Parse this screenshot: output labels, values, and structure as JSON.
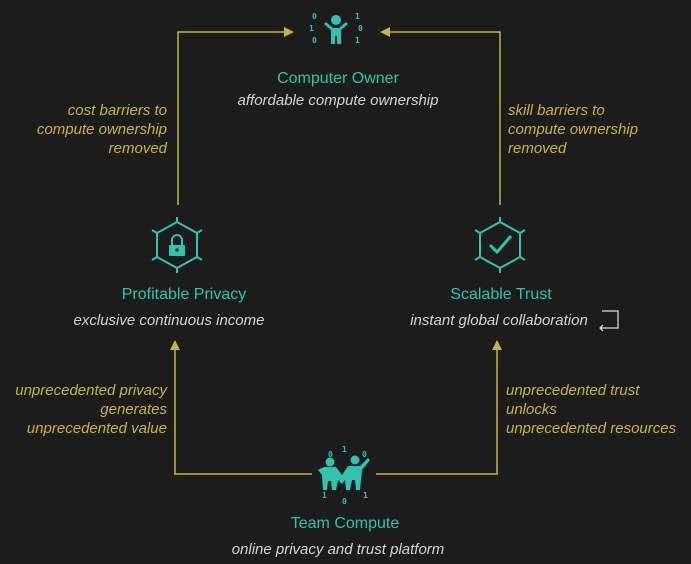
{
  "colors": {
    "background": "#1c1c1c",
    "node_accent": "#2ec4b0",
    "edge_color": "#c8b43c",
    "subtitle_color": "#d4d4d4"
  },
  "nodes": {
    "computer_owner": {
      "title": "Computer Owner",
      "subtitle": "affordable compute ownership",
      "icon": "person-binary-icon"
    },
    "profitable_privacy": {
      "title": "Profitable Privacy",
      "subtitle": "exclusive continuous income",
      "icon": "hexagon-lock-icon"
    },
    "scalable_trust": {
      "title": "Scalable Trust",
      "subtitle": "instant global collaboration",
      "icon": "hexagon-check-icon"
    },
    "team_compute": {
      "title": "Team Compute",
      "subtitle": "online privacy and trust platform",
      "icon": "team-binary-icon"
    }
  },
  "edges": {
    "top_left": [
      "cost barriers to",
      "compute ownership",
      "removed"
    ],
    "top_right": [
      "skill barriers to",
      "compute ownership",
      "removed"
    ],
    "bottom_left": [
      "unprecedented privacy",
      "generates",
      "unprecedented value"
    ],
    "bottom_right": [
      "unprecedented trust",
      "unlocks",
      "unprecedented resources"
    ]
  },
  "binary_digits": {
    "owner_left": [
      "0",
      "1",
      "0"
    ],
    "owner_right": [
      "1",
      "0",
      "1"
    ],
    "team_top": [
      "0",
      "1",
      "0"
    ],
    "team_bottom": [
      "1",
      "0",
      "1"
    ]
  }
}
